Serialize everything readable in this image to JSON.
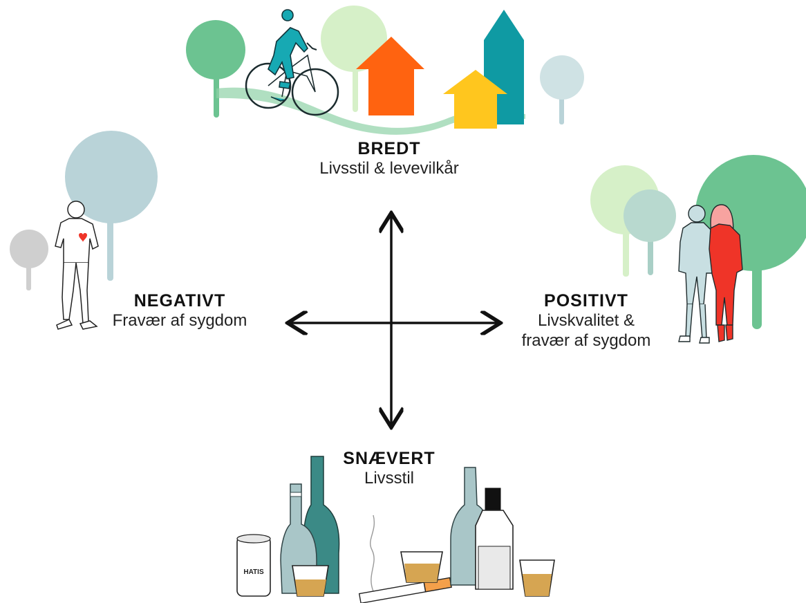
{
  "top": {
    "title": "BREDT",
    "subtitle": "Livsstil & levevilkår"
  },
  "left": {
    "title": "NEGATIVT",
    "subtitle": "Fravær af sygdom"
  },
  "right": {
    "title": "POSITIVT",
    "subtitle_line1": "Livskvalitet &",
    "subtitle_line2": "fravær af sygdom"
  },
  "bottom": {
    "title": "SNÆVERT",
    "subtitle": "Livsstil"
  },
  "can_text": "HATIS",
  "colors": {
    "green_dark": "#6cc391",
    "green_light": "#d6f0c8",
    "blue_grey": "#b9d3d8",
    "teal": "#0f9aa3",
    "orange": "#ff6310",
    "yellow": "#ffc61e",
    "red": "#ef3428",
    "bottle_dark": "#3b8a86",
    "bottle_light": "#a9c6c8",
    "amber": "#d6a552",
    "grey": "#cfcfcf"
  }
}
